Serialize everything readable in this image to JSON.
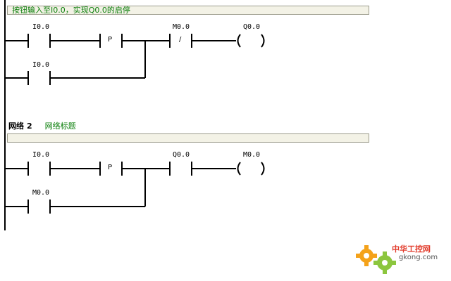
{
  "network1": {
    "comment": "按钮输入至I0.0，实现Q0.0的启停",
    "contact1_addr": "I0.0",
    "edge_symbol": "P",
    "contact2_addr": "M0.0",
    "contact2_symbol": "/",
    "coil_addr": "Q0.0",
    "branch_addr": "I0.0"
  },
  "network2": {
    "label": "网络",
    "number": "2",
    "title": "网络标题",
    "comment": "",
    "contact1_addr": "I0.0",
    "edge_symbol": "P",
    "contact2_addr": "Q0.0",
    "coil_addr": "M0.0",
    "branch_addr": "M0.0"
  },
  "watermark": {
    "brand": "中华工控网",
    "url": "gkong.com"
  }
}
